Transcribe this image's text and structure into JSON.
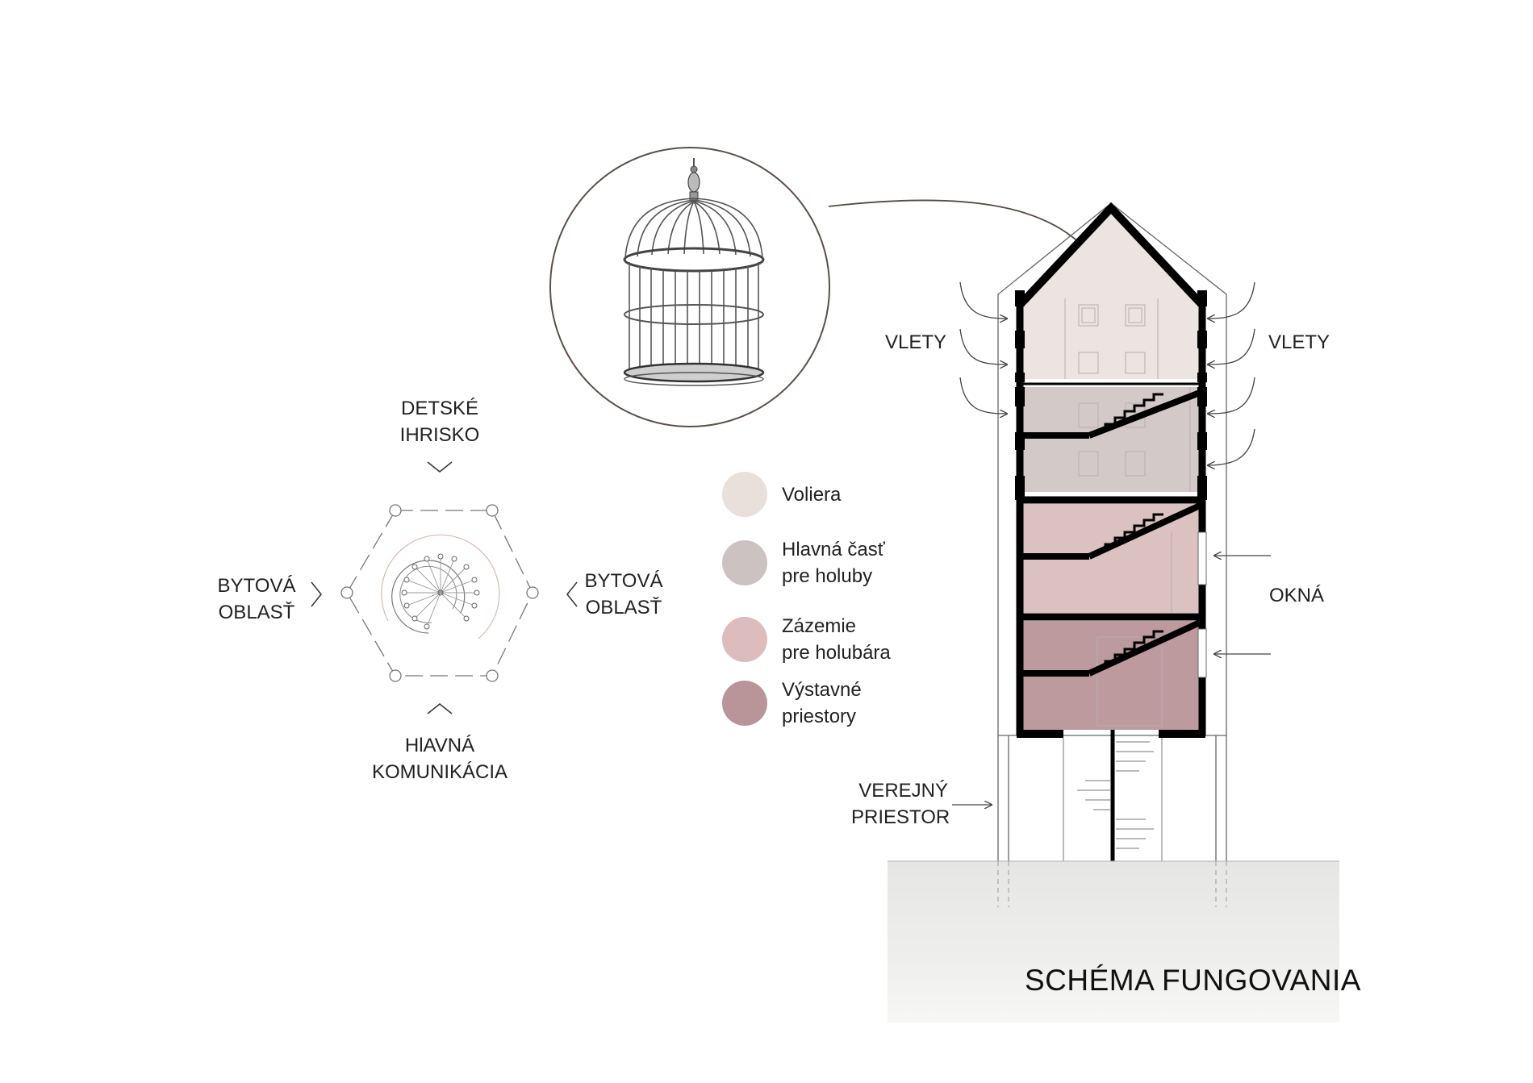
{
  "plan": {
    "top_label": [
      "DETSKÉ",
      "IHRISKO"
    ],
    "left_label": [
      "BYTOVÁ",
      "OBLASŤ"
    ],
    "right_label": [
      "BYTOVÁ",
      "OBLASŤ"
    ],
    "bottom_label": [
      "HlAVNÁ",
      "KOMUNIKÁCIA"
    ]
  },
  "legend": [
    {
      "lines": [
        "Voliera"
      ],
      "color": "#e9dfdb"
    },
    {
      "lines": [
        "Hlavná časť",
        "pre holuby"
      ],
      "color": "#cdc2c2"
    },
    {
      "lines": [
        "Zázemie",
        "pre holubára"
      ],
      "color": "#dcbcbd"
    },
    {
      "lines": [
        "Výstavné",
        "priestory"
      ],
      "color": "#b9959a"
    }
  ],
  "section": {
    "vlety_left": "VLETY",
    "vlety_right": "VLETY",
    "okna": "OKNÁ",
    "verejny": [
      "VEREJNÝ",
      "PRIESTOR"
    ]
  },
  "title": "SCHÉMA FUNGOVANIA"
}
